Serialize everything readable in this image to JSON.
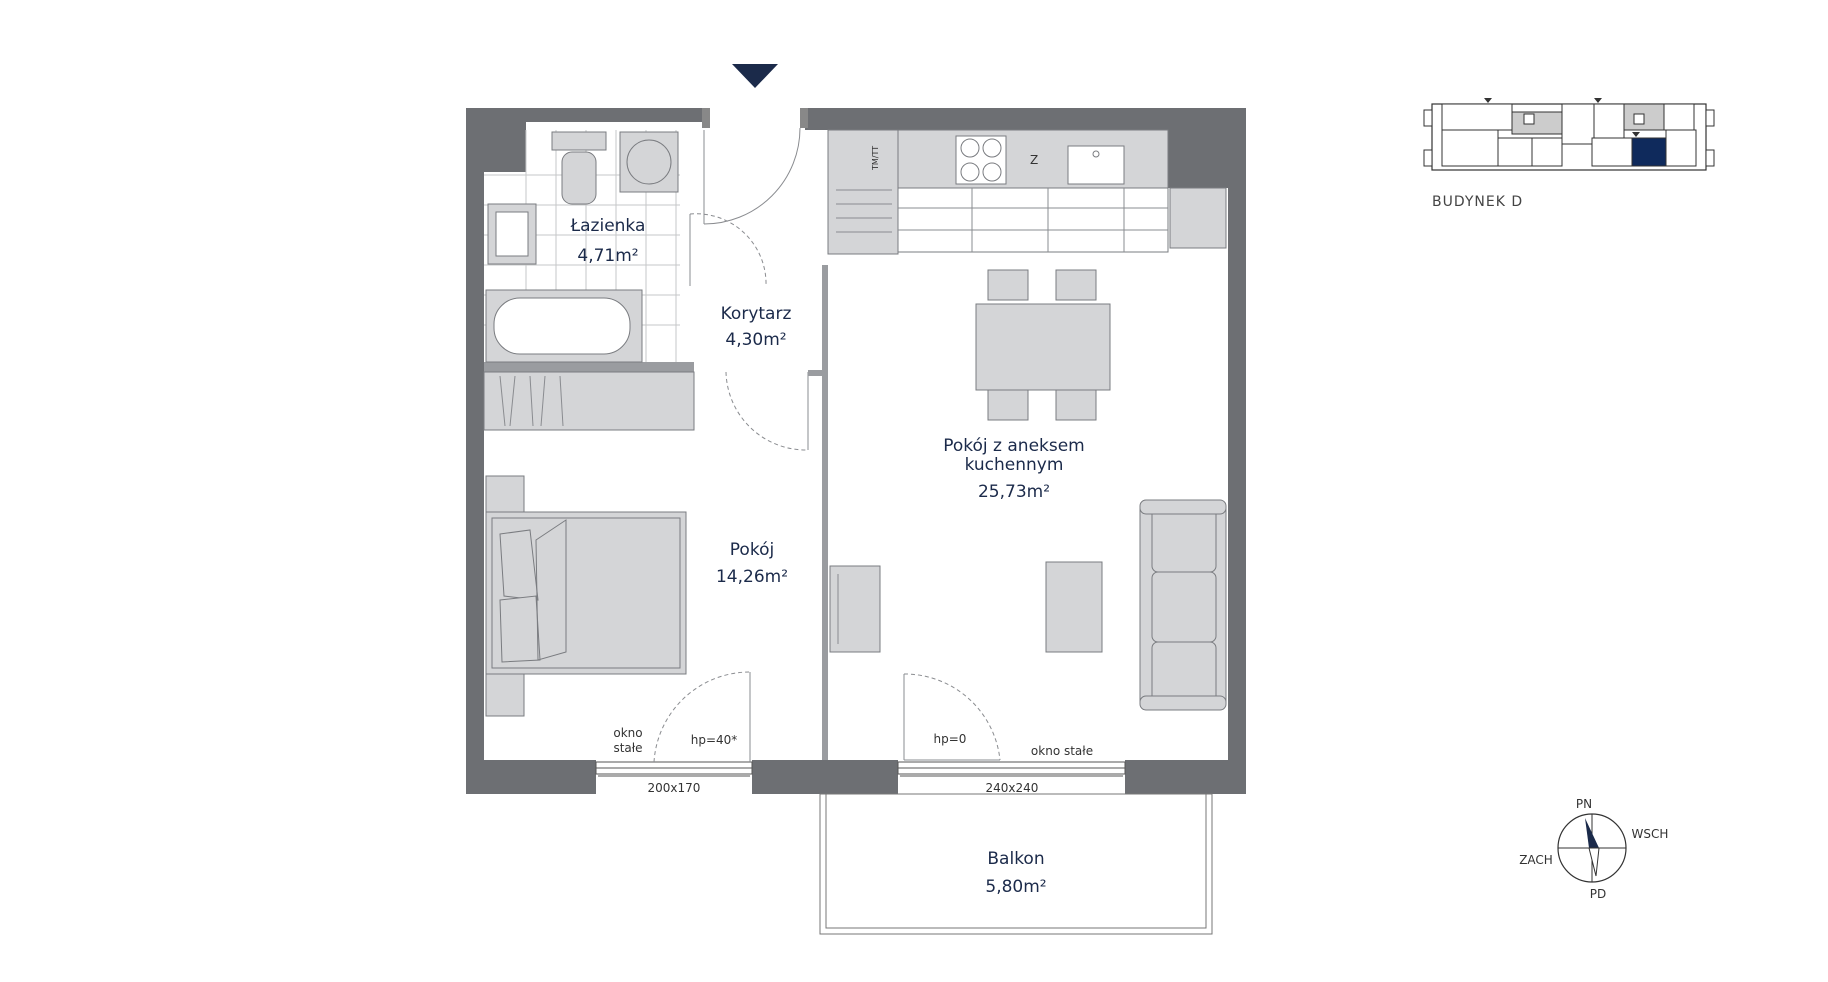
{
  "rooms": {
    "bathroom": {
      "name": "Łazienka",
      "area": "4,71m²"
    },
    "corridor": {
      "name": "Korytarz",
      "area": "4,30m²"
    },
    "living": {
      "name_line1": "Pokój z aneksem",
      "name_line2": "kuchennym",
      "area": "25,73m²"
    },
    "bedroom": {
      "name": "Pokój",
      "area": "14,26m²"
    },
    "balcony": {
      "name": "Balkon",
      "area": "5,80m²"
    }
  },
  "windows": {
    "left": {
      "label_line1": "okno",
      "label_line2": "stałe",
      "sill": "hp=40*",
      "size": "200x170"
    },
    "right": {
      "label": "okno stałe",
      "sill": "hp=0",
      "size": "240x240"
    }
  },
  "kitchen": {
    "fridge_label": "TM/TT",
    "sink_label": "Z"
  },
  "building": {
    "label": "BUDYNEK D",
    "highlight_color": "#0f2a5c"
  },
  "compass": {
    "north": "PN",
    "south": "PD",
    "east": "WSCH",
    "west": "ZACH"
  },
  "colors": {
    "entrance_marker": "#1b2a4a",
    "walls": "#6d6f73",
    "furniture": "#d4d5d7"
  }
}
